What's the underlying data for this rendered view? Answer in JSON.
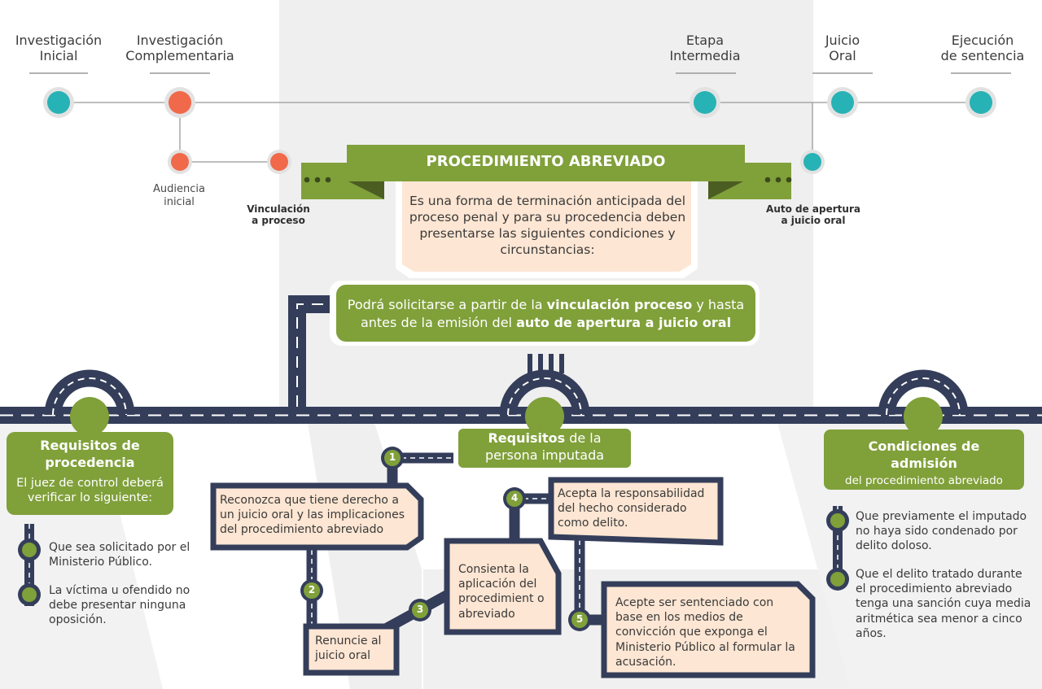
{
  "timeline": {
    "stages": [
      {
        "line1": "Investigación",
        "line2": "Inicial"
      },
      {
        "line1": "Investigación",
        "line2": "Complementaria"
      },
      {
        "line1": "Etapa",
        "line2": "Intermedia"
      },
      {
        "line1": "Juicio",
        "line2": "Oral"
      },
      {
        "line1": "Ejecución",
        "line2": "de sentencia"
      }
    ],
    "audiencia": {
      "line1": "Audiencia",
      "line2": "inicial"
    },
    "vinculacion": {
      "line1": "Vinculación",
      "line2": "a proceso"
    },
    "auto_apertura": {
      "line1": "Auto de apertura",
      "line2": "a juicio oral"
    }
  },
  "banner": {
    "title": "PROCEDIMIENTO ABREVIADO",
    "description": "Es una forma de terminación anticipada del proceso penal y para su procedencia deben presentarse las siguientes condiciones y circunstancias:"
  },
  "solicitud": {
    "part1": "Podrá solicitarse a partir de la ",
    "bold1": "vinculación proceso",
    "part2": " y hasta antes de la emisión del ",
    "bold2": "auto de apertura a juicio oral"
  },
  "requisitos_procedencia": {
    "title": "Requisitos de procedencia",
    "subtitle": "El juez de control deberá verificar lo siguiente:",
    "items": [
      "Que sea solicitado por el Ministerio Público.",
      "La víctima u ofendido no debe presentar ninguna oposición."
    ]
  },
  "requisitos_persona": {
    "title_bold": "Requisitos",
    "title_rest": " de la",
    "title_line2": "persona imputada",
    "items": [
      {
        "num": "1",
        "text": "Reconozca que tiene derecho a un juicio oral y las implicaciones del procedimiento abreviado"
      },
      {
        "num": "2",
        "text": "Renuncie al juicio oral"
      },
      {
        "num": "3",
        "text": "Consienta la aplicación del procedimient o abreviado"
      },
      {
        "num": "4",
        "text": "Acepta la responsabilidad del hecho considerado como delito."
      },
      {
        "num": "5",
        "text": "Acepte ser sentenciado con base en los medios de convicción que exponga el Ministerio Público al formular la acusación."
      }
    ]
  },
  "condiciones": {
    "title": "Condiciones de admisión",
    "subtitle": "del procedimiento abreviado",
    "items": [
      "Que previamente el imputado no haya sido condenado por delito doloso.",
      "Que el delito tratado durante el procedimiento abreviado tenga una sanción cuya media aritmética sea menor a cinco años."
    ]
  },
  "colors": {
    "teal": "#27b3b5",
    "orange": "#f0694a",
    "green": "#80a03a",
    "navy": "#343e5a",
    "peach": "#fde6d3",
    "panel_gray": "#f0f0f0"
  }
}
